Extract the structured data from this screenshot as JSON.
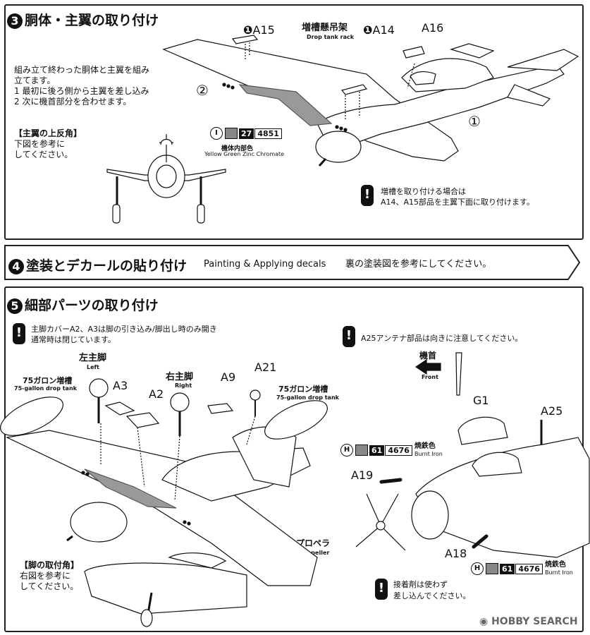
{
  "step3": {
    "number": "3",
    "title": "胴体・主翼の取り付け",
    "desc": [
      "組み立て終わった胴体と主翼を組み",
      "立てます。",
      "1 最初に後ろ側から主翼を差し込み",
      "2 次に機首部分を合わせます。"
    ],
    "dihedral_title": "【主翼の上反角】",
    "dihedral_desc": [
      "下図を参考に",
      "してください。"
    ],
    "parts": {
      "a15": "A15",
      "a14": "A14",
      "a16": "A16"
    },
    "rack_jp": "増槽懸吊架",
    "rack_en": "Drop tank rack",
    "color": {
      "letter": "I",
      "num": "27",
      "code": "4851",
      "jp": "機体内部色",
      "en": "Yellow Green Zinc Chromate",
      "swatch": "#8f8f8f"
    },
    "circled": [
      "②",
      "①"
    ],
    "note": [
      "増槽を取り付ける場合は",
      "A14、A15部品を主翼下面に取り付けます。"
    ]
  },
  "step4": {
    "number": "4",
    "title": "塗装とデカールの貼り付け",
    "en": "Painting & Applying decals",
    "jp": "裏の塗装図を参考にしてください。"
  },
  "step5": {
    "number": "5",
    "title": "細部パーツの取り付け",
    "note1": [
      "主脚カバーA2、A3は脚の引き込み/脚出し時のみ開き",
      "通常時は閉じています。"
    ],
    "note2": "A25アンテナ部品は向きに注意してください。",
    "left_gear_jp": "左主脚",
    "left_gear_en": "Left",
    "right_gear_jp": "右主脚",
    "right_gear_en": "Right",
    "tank_jp": "75ガロン増槽",
    "tank_en": "75-gallon drop tank",
    "parts": {
      "a3": "A3",
      "a2": "A2",
      "a9": "A9",
      "a21": "A21",
      "g1": "G1",
      "a25": "A25",
      "a19": "A19",
      "a18": "A18"
    },
    "front_jp": "機首",
    "front_en": "Front",
    "color": {
      "letter": "H",
      "num": "61",
      "code": "4676",
      "jp": "焼鉄色",
      "en": "Burnt Iron",
      "swatch": "#8f8f8f"
    },
    "prop_jp": "プロペラ",
    "prop_en": "Propeller",
    "gear_angle_title": "【脚の取付角】",
    "gear_angle_desc": [
      "右図を参考に",
      "してください。"
    ],
    "glue_note": [
      "接着剤は使わず",
      "差し込んでください。"
    ]
  },
  "watermark": "HOBBY SEARCH"
}
